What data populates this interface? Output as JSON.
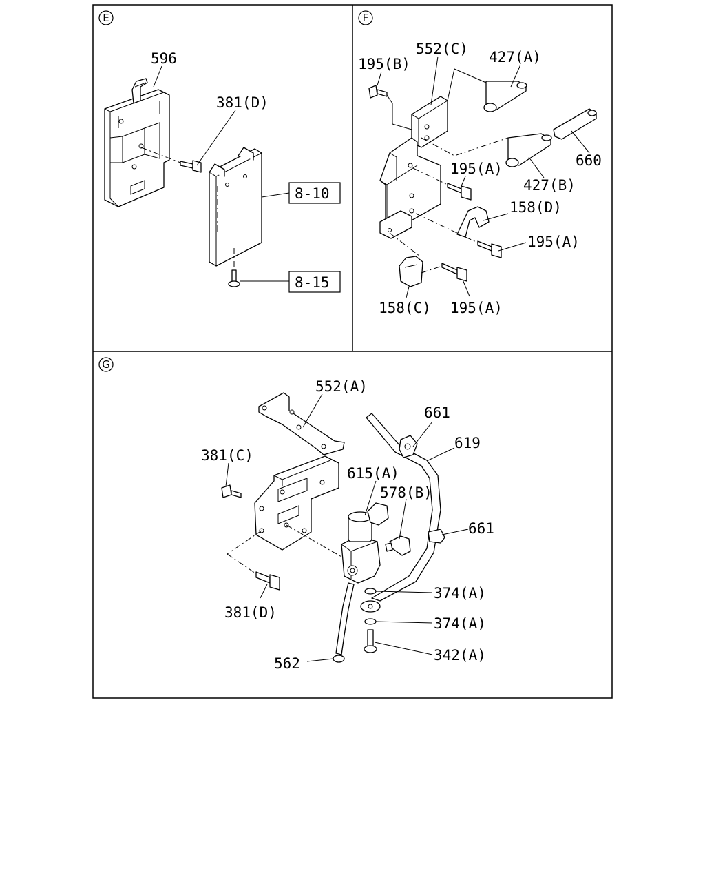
{
  "sections": {
    "e": "E",
    "f": "F",
    "g": "G"
  },
  "refs": {
    "r1": "8-10",
    "r2": "8-15"
  },
  "labels": {
    "e_596": "596",
    "e_381d": "381(D)",
    "f_195b": "195(B)",
    "f_552c": "552(C)",
    "f_427a": "427(A)",
    "f_660": "660",
    "f_195a_1": "195(A)",
    "f_427b": "427(B)",
    "f_158d": "158(D)",
    "f_195a_2": "195(A)",
    "f_158c": "158(C)",
    "f_195a_3": "195(A)",
    "g_552a": "552(A)",
    "g_661_1": "661",
    "g_619": "619",
    "g_381c": "381(C)",
    "g_615a": "615(A)",
    "g_578b": "578(B)",
    "g_661_2": "661",
    "g_374a_1": "374(A)",
    "g_381d": "381(D)",
    "g_374a_2": "374(A)",
    "g_342a": "342(A)",
    "g_562": "562"
  }
}
